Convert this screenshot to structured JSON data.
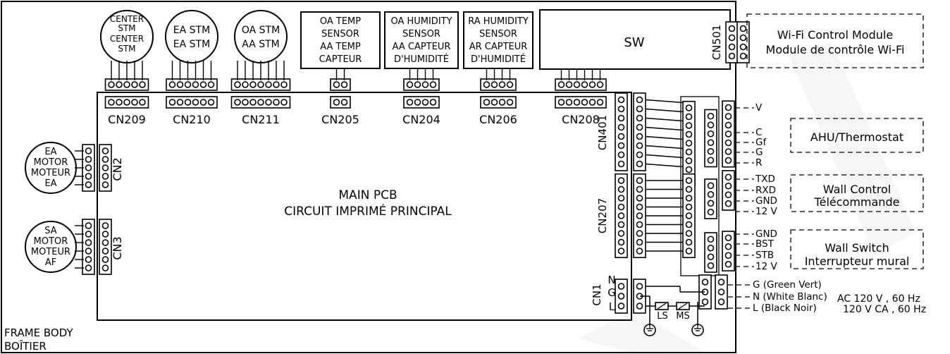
{
  "frame": {
    "line1": "FRAME BODY",
    "line2": "BOÎTIER"
  },
  "main_pcb": {
    "line1": "MAIN PCB",
    "line2": "CIRCUIT IMPRIMÉ PRINCIPAL"
  },
  "top_components": [
    {
      "id": "center-stm",
      "lines": [
        "CENTER",
        "STM",
        "CENTER",
        "STM"
      ],
      "connector": "CN209",
      "pins": 5
    },
    {
      "id": "ea-stm",
      "lines": [
        "EA STM",
        "EA STM"
      ],
      "connector": "CN210",
      "pins": 6
    },
    {
      "id": "oa-stm",
      "lines": [
        "OA STM",
        "AA STM"
      ],
      "connector": "CN211",
      "pins": 7
    },
    {
      "id": "oa-temp-sensor",
      "lines": [
        "OA TEMP",
        "SENSOR",
        "AA TEMP",
        "CAPTEUR"
      ],
      "connector": "CN205",
      "pins": 2
    },
    {
      "id": "oa-humidity-sensor",
      "lines": [
        "OA HUMIDITY",
        "SENSOR",
        "AA CAPTEUR",
        "D'HUMIDITÉ"
      ],
      "connector": "CN204",
      "pins": 4
    },
    {
      "id": "ra-humidity-sensor",
      "lines": [
        "RA HUMIDITY",
        "SENSOR",
        "AR CAPTEUR",
        "D'HUMIDITÉ"
      ],
      "connector": "CN206",
      "pins": 4
    },
    {
      "id": "sw",
      "lines": [
        "SW"
      ],
      "connector": "CN208",
      "pins": 6
    }
  ],
  "motors": [
    {
      "id": "ea-motor",
      "lines": [
        "EA",
        "MOTOR",
        "MOTEUR",
        "EA"
      ],
      "connector": "CN2",
      "pins": 5
    },
    {
      "id": "sa-motor",
      "lines": [
        "SA",
        "MOTOR",
        "MOTEUR",
        "AF"
      ],
      "connector": "CN3",
      "pins": 6
    }
  ],
  "right_connectors": {
    "cn401": "CN401",
    "cn207": "CN207",
    "cn1": "CN1",
    "cn501": "CN501"
  },
  "cn1_pins": [
    "N",
    "G",
    "L"
  ],
  "wifi_module": {
    "line1": "Wi-Fi Control Module",
    "line2": "Module de contrôle Wi-Fi"
  },
  "terminal_groups": [
    {
      "id": "ahu",
      "title": [
        "AHU/Thermostat"
      ],
      "terminals": [
        "V",
        "C",
        "Gf",
        "G",
        "R"
      ]
    },
    {
      "id": "wall-control",
      "title": [
        "Wall Control",
        "Télécommande"
      ],
      "terminals": [
        "TXD",
        "RXD",
        "GND",
        "12 V"
      ]
    },
    {
      "id": "wall-switch",
      "title": [
        "Wall Switch",
        "Interrupteur mural"
      ],
      "terminals": [
        "GND",
        "BST",
        "STB",
        "12 V"
      ]
    }
  ],
  "power": {
    "terminals": [
      "G (Green Vert)",
      "N (White Blanc)",
      "L (Black Noir)"
    ],
    "spec_line1": "AC 120 V , 60 Hz",
    "spec_line2": "120 V CA , 60 Hz",
    "switch_labels": [
      "LS",
      "MS"
    ]
  }
}
